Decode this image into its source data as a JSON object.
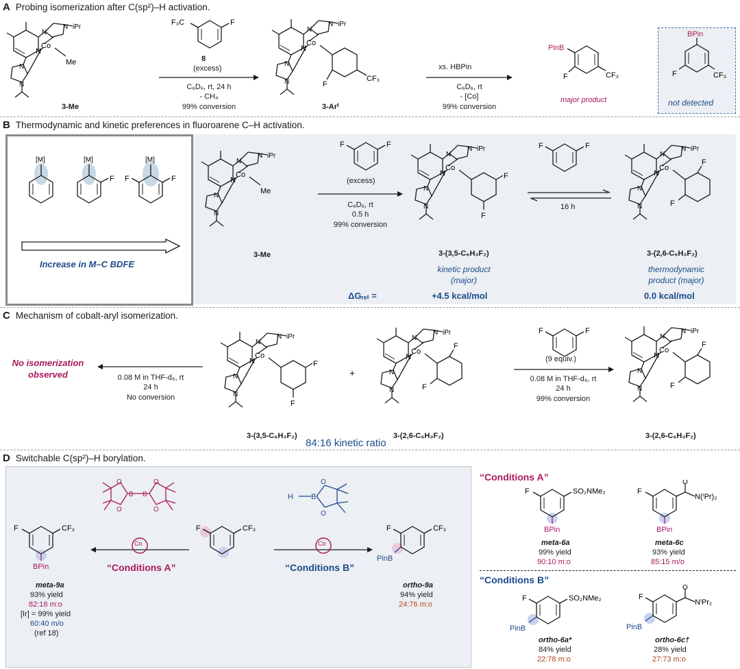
{
  "sections": {
    "A": {
      "letter": "A",
      "title": "Probing isomerization after C(sp²)–H activation."
    },
    "B": {
      "letter": "B",
      "title": "Thermodynamic and kinetic preferences in fluoroarene C–H activation."
    },
    "C": {
      "letter": "C",
      "title": "Mechanism of cobalt-aryl isomerization."
    },
    "D": {
      "letter": "D",
      "title": "Switchable C(sp²)–H borylation."
    }
  },
  "panelA": {
    "start_label": "3-Me",
    "reagent_label": "8",
    "reagent_note": "(excess)",
    "step1_conditions": "C₆D₆, rt, 24 h\n- CH₄\n99% conversion",
    "intermediate_label": "3-Arᶠ",
    "step2_reagent": "xs. HBPin",
    "step2_conditions": "C₆D₆, rt\n- [Co]\n99% conversion",
    "major_label": "major product",
    "nd_label": "not detected"
  },
  "panelB": {
    "arrow_caption": "Increase in M–C BDFE",
    "start_label": "3-Me",
    "reagent_note": "(excess)",
    "step1_conditions": "C₆D₆, rt\n0.5 h\n99% conversion",
    "eq_time": "16 h",
    "kinetic_label": "3-(3,5-C₆H₃F₂)",
    "thermo_label": "3-(2,6-C₆H₃F₂)",
    "kinetic_caption": "kinetic product\n(major)",
    "thermo_caption": "thermodynamic\nproduct (major)",
    "dg_label": "ΔGᵣₑₗ =",
    "dg_kinetic": "+4.5 kcal/mol",
    "dg_thermo": "0.0 kcal/mol"
  },
  "panelC": {
    "no_iso": "No isomerization\nobserved",
    "left_conditions": "0.08 M in THF-d₈, rt\n24 h\nNo conversion",
    "plus": "+",
    "reagent_note": "(9 equiv.)",
    "right_conditions": "0.08 M in THF-d₈, rt\n24 h\n99% conversion",
    "mol1_label": "3-(3,5-C₆H₃F₂)",
    "mol2_label": "3-(2,6-C₆H₃F₂)",
    "mol3_label": "3-(2,6-C₆H₃F₂)",
    "ratio": "84:16 kinetic ratio"
  },
  "panelD": {
    "condA": "“Conditions A”",
    "condB": "“Conditions B”",
    "co": "Co",
    "meta9a": {
      "name": "meta-9a",
      "yield": "93% yield",
      "ratio": "82:18 m:o",
      "ir": "[Ir] = 99% yield",
      "ir_ratio": "60:40 m/o",
      "ref": "(ref 18)"
    },
    "ortho9a": {
      "name": "ortho-9a",
      "yield": "94% yield",
      "ratio": "24:76 m:o"
    },
    "condA_header": "“Conditions A”",
    "condB_header": "“Conditions B”",
    "meta6a": {
      "name": "meta-6a",
      "yield": "99% yield",
      "ratio": "90:10 m:o"
    },
    "meta6c": {
      "name": "meta-6c",
      "yield": "93% yield",
      "ratio": "85:15 m/o"
    },
    "ortho6a": {
      "name": "ortho-6a*",
      "yield": "84% yield",
      "ratio": "22:78 m:o"
    },
    "ortho6c": {
      "name": "ortho-6c†",
      "yield": "28% yield",
      "ratio": "27:73 m:o"
    }
  },
  "atoms": {
    "N": "N",
    "Co": "Co",
    "Me": "Me",
    "iPr": "iPr",
    "F": "F",
    "CF3": "CF₃",
    "F3C": "F₃C",
    "BPin": "BPin",
    "PinB": "PinB",
    "H": "H",
    "B": "B",
    "O": "O",
    "SO2NMe2": "SO₂NMe₂",
    "NiPr2": "N(ⁱPr)₂",
    "NiPr2b": "NⁱPr₂",
    "M": "[M]"
  }
}
